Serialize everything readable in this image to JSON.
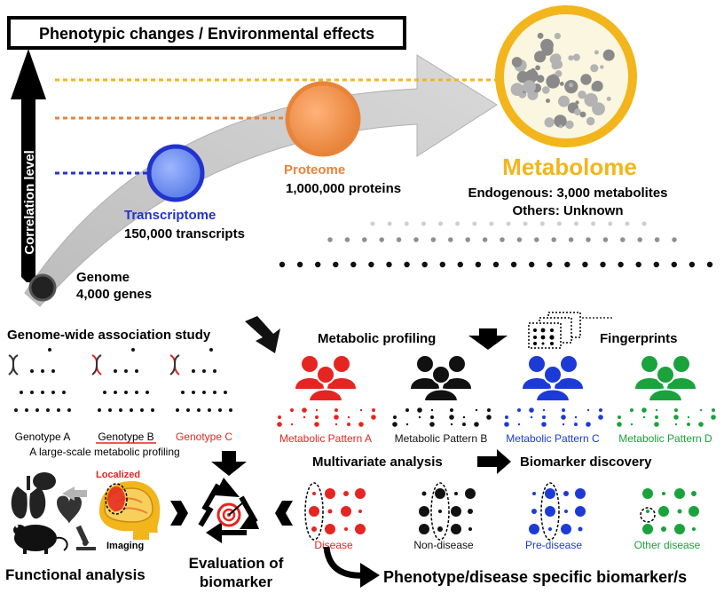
{
  "header_box": "Phenotypic changes / Environmental effects",
  "axis_label": "Correlation level",
  "genome": {
    "title": "Genome",
    "count": "4,000 genes"
  },
  "transcriptome": {
    "title": "Transcriptome",
    "count": "150,000 transcripts"
  },
  "proteome": {
    "title": "Proteome",
    "count": "1,000,000 proteins"
  },
  "metabolome": {
    "title": "Metabolome",
    "line1": "Endogenous: 3,000 metabolites",
    "line2": "Others: Unknown"
  },
  "gwas": {
    "title": "Genome-wide association study",
    "genotypes": [
      "Genotype A",
      "Genotype B",
      "Genotype C"
    ],
    "caption": "A large-scale metabolic profiling"
  },
  "profiling": {
    "label": "Metabolic profiling",
    "fingerprints": "Fingerprints"
  },
  "patterns": [
    "Metabolic Pattern A",
    "Metabolic Pattern B",
    "Metabolic Pattern C",
    "Metabolic Pattern D"
  ],
  "analysis": {
    "multivariate": "Multivariate analysis",
    "biomarker_discovery": "Biomarker discovery"
  },
  "groups": [
    "Disease",
    "Non-disease",
    "Pre-disease",
    "Other disease"
  ],
  "functional": {
    "localized": "Localized",
    "imaging": "Imaging",
    "title": "Functional analysis"
  },
  "evaluation": {
    "line1": "Evaluation of",
    "line2": "biomarker"
  },
  "final": "Phenotype/disease specific biomarker/s",
  "colors": {
    "transcriptome": "#2233cc",
    "proteome": "#e8843a",
    "metabolome": "#f2b51c",
    "red": "#e52521",
    "blue": "#1c3bd6",
    "green": "#1aa23c",
    "black": "#111111"
  }
}
